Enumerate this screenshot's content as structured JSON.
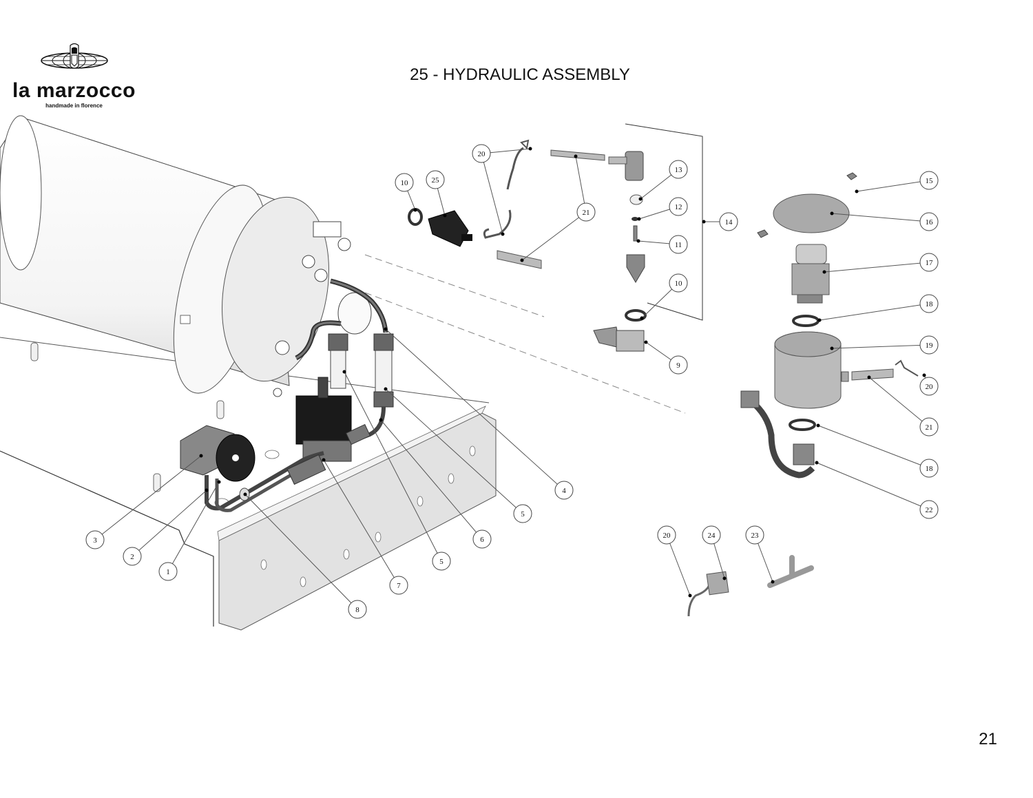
{
  "document": {
    "title": "25 - HYDRAULIC ASSEMBLY",
    "page_number": "21"
  },
  "brand": {
    "name": "la marzocco",
    "tagline": "handmade in florence",
    "logo_icon": "globe-lion-icon"
  },
  "callouts": [
    {
      "label": "1"
    },
    {
      "label": "2"
    },
    {
      "label": "3"
    },
    {
      "label": "4"
    },
    {
      "label": "5"
    },
    {
      "label": "5"
    },
    {
      "label": "6"
    },
    {
      "label": "7"
    },
    {
      "label": "8"
    },
    {
      "label": "9"
    },
    {
      "label": "10"
    },
    {
      "label": "10"
    },
    {
      "label": "11"
    },
    {
      "label": "12"
    },
    {
      "label": "13"
    },
    {
      "label": "14"
    },
    {
      "label": "15"
    },
    {
      "label": "16"
    },
    {
      "label": "17"
    },
    {
      "label": "18"
    },
    {
      "label": "18"
    },
    {
      "label": "19"
    },
    {
      "label": "20"
    },
    {
      "label": "20"
    },
    {
      "label": "20"
    },
    {
      "label": "21"
    },
    {
      "label": "21"
    },
    {
      "label": "22"
    },
    {
      "label": "23"
    },
    {
      "label": "24"
    },
    {
      "label": "25"
    }
  ]
}
